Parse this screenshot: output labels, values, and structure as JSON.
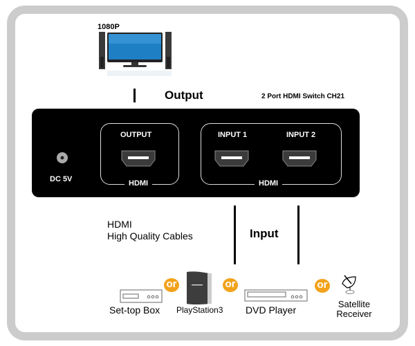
{
  "title": "2 Port HDMI Switch CH21",
  "display": {
    "resolution": "1080P"
  },
  "labels": {
    "output_heading": "Output",
    "input_heading": "Input",
    "cables_line1": "HDMI",
    "cables_line2": "High Quality Cables"
  },
  "panel": {
    "power": "DC 5V",
    "output_port": "OUTPUT",
    "input_port_1": "INPUT 1",
    "input_port_2": "INPUT 2",
    "output_group_tag": "HDMI",
    "input_group_tag": "HDMI"
  },
  "sources": [
    {
      "label": "Set-top Box"
    },
    {
      "label": "PlayStation3"
    },
    {
      "label": "DVD Player"
    },
    {
      "label": "Satellite Receiver"
    }
  ],
  "or_badge": "or",
  "colors": {
    "frame": "#cccccc",
    "or_badge": "#f2a31b",
    "screen": "#1f7fc4",
    "panel": "#000000"
  }
}
